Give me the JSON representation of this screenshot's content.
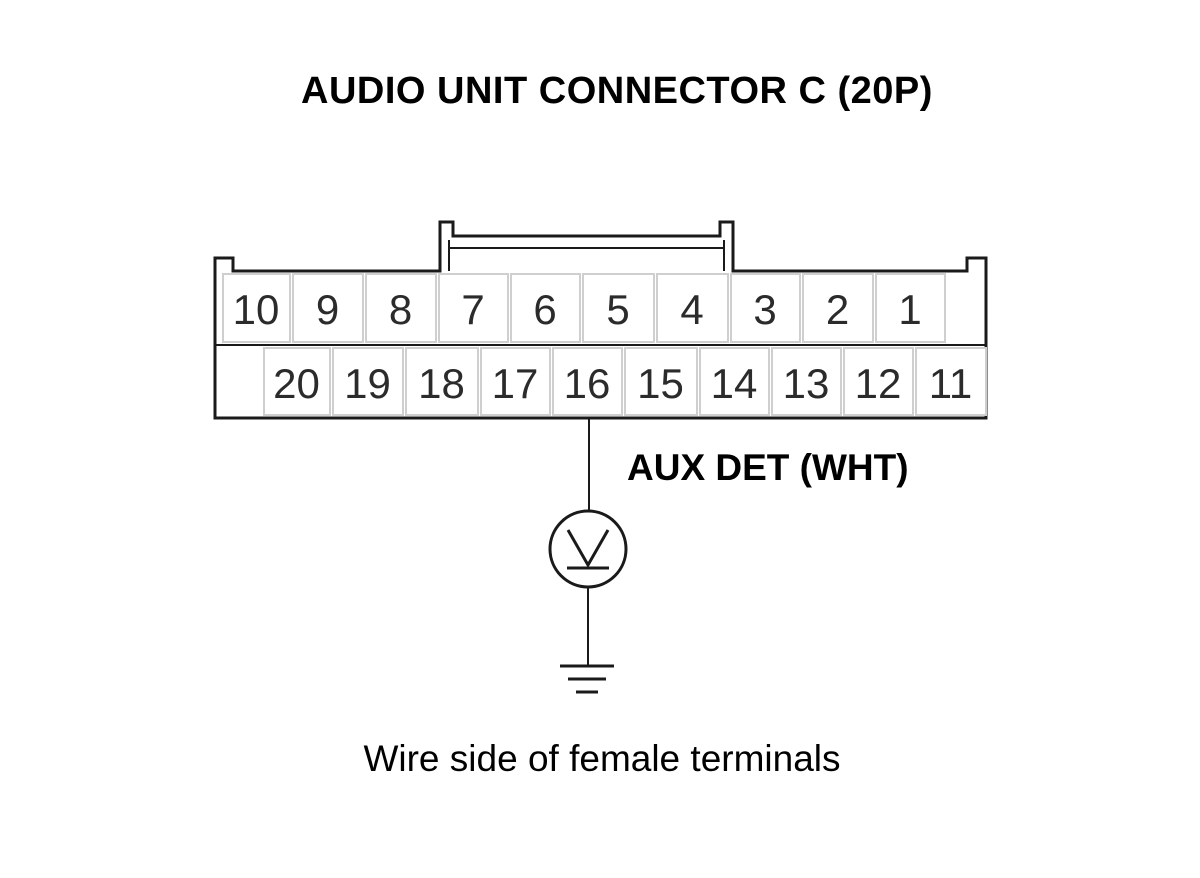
{
  "title": "AUDIO UNIT CONNECTOR C (20P)",
  "caption": "Wire side of female terminals",
  "wire_label": "AUX DET (WHT)",
  "connector": {
    "top_row": [
      "10",
      "9",
      "8",
      "7",
      "6",
      "5",
      "4",
      "3",
      "2",
      "1"
    ],
    "bottom_row": [
      "20",
      "19",
      "18",
      "17",
      "16",
      "15",
      "14",
      "13",
      "12",
      "11"
    ],
    "probed_pin": "16"
  },
  "symbols": {
    "meter": "voltmeter-icon",
    "ground": "ground-icon"
  }
}
